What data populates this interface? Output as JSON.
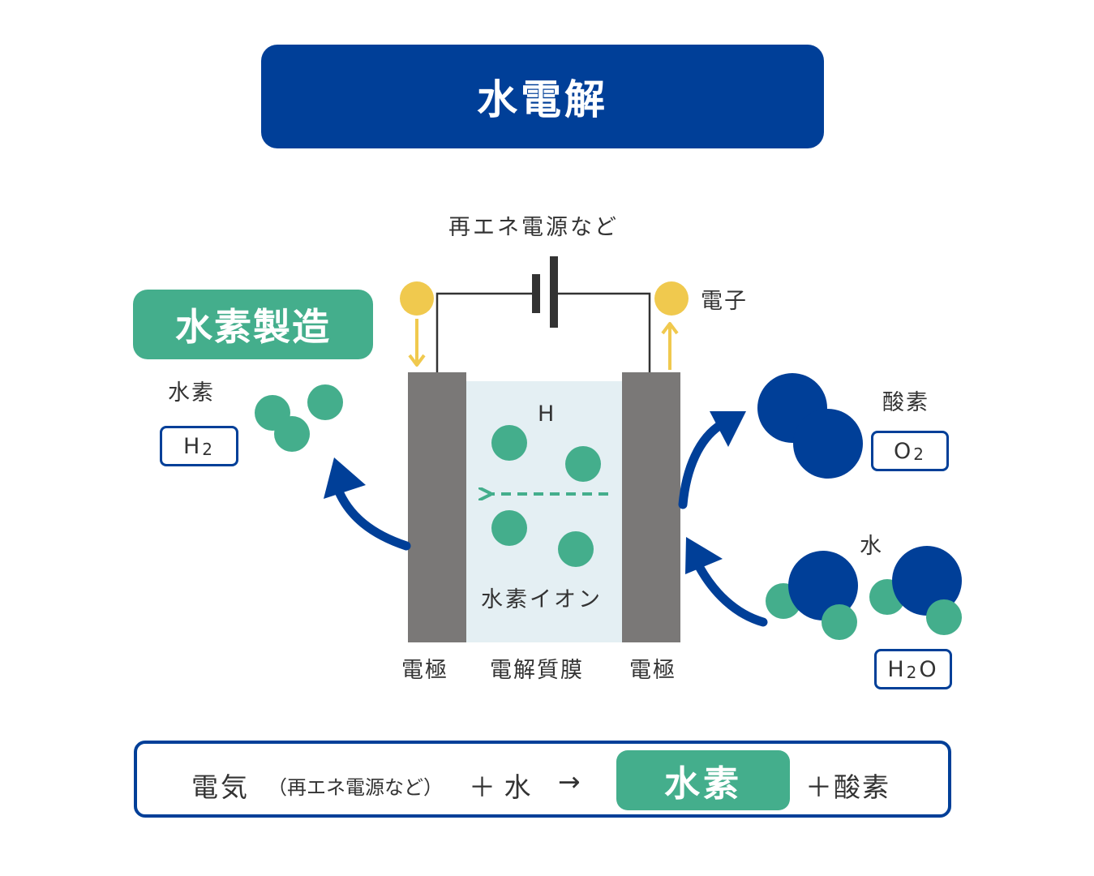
{
  "title": "水電解",
  "badge": "水素製造",
  "labels": {
    "power_source": "再エネ電源など",
    "electron": "電子",
    "hydrogen": "水素",
    "oxygen": "酸素",
    "water": "水",
    "h_ion_symbol": "H",
    "hydrogen_ion": "水素イオン",
    "electrode_left": "電極",
    "membrane": "電解質膜",
    "electrode_right": "電極"
  },
  "formulas": {
    "h2": {
      "base": "H",
      "sub": "2"
    },
    "o2": {
      "base": "O",
      "sub": "2"
    },
    "h2o": {
      "base": "H",
      "sub": "2",
      "tail": "O"
    }
  },
  "equation": {
    "electricity": "電気",
    "source_note": "（再エネ電源など）",
    "plus_water": "＋ 水",
    "arrow": "→",
    "product": "水素",
    "plus_oxygen": "＋酸素"
  },
  "colors": {
    "navy": "#003f98",
    "green": "#44ae8c",
    "yellow": "#f0c94e",
    "electrode": "#7a7877",
    "membrane": "#e4eff3"
  }
}
